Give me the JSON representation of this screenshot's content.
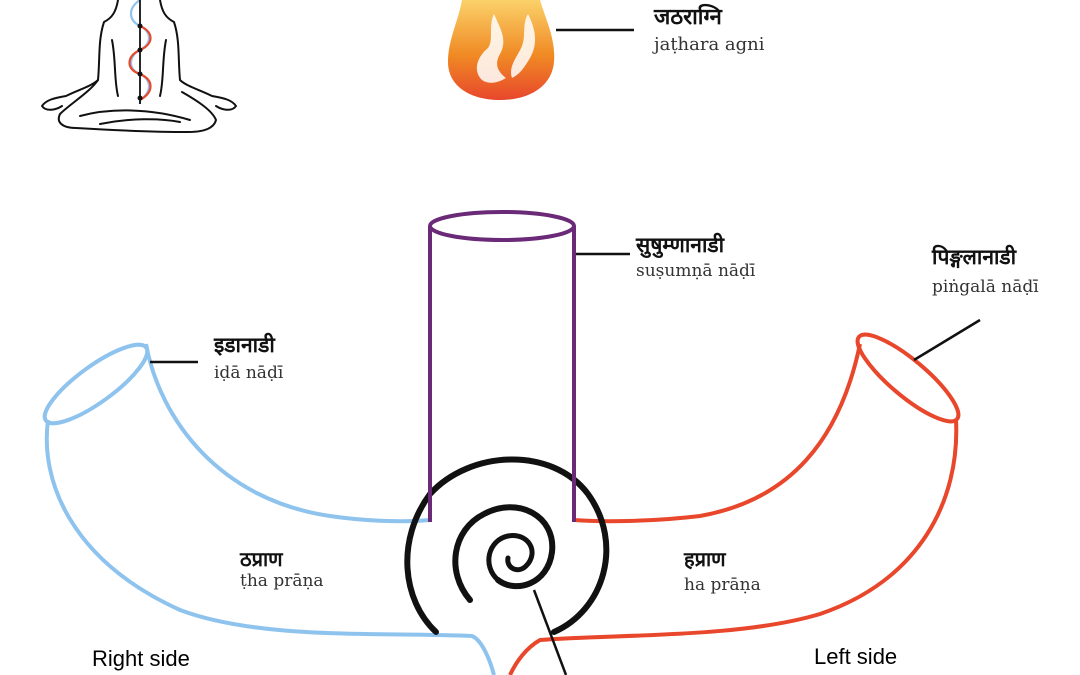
{
  "colors": {
    "ida": "#8ec3ee",
    "pingala": "#e8472c",
    "sushumna": "#6b2a78",
    "spiral": "#111111",
    "flame_outer": "#f08a24",
    "flame_inner": "#fbd16a"
  },
  "labels": {
    "jathara": {
      "devanagari": "जठराग्नि",
      "roman": "jaṭhara agni"
    },
    "sushumna": {
      "devanagari": "सुषुम्णानाडी",
      "roman": "suṣumṇā nāḍī"
    },
    "ida": {
      "devanagari": "इडानाडी",
      "roman": "iḍā nāḍī"
    },
    "pingala": {
      "devanagari": "पिङ्गलानाडी",
      "roman": "piṅgalā nāḍī"
    },
    "tha_prana": {
      "devanagari": "ठप्राण",
      "roman": "ṭha prāṇa"
    },
    "ha_prana": {
      "devanagari": "हप्राण",
      "roman": "ha prāṇa"
    },
    "right_side": "Right side",
    "left_side": "Left side"
  },
  "icons": [
    "meditating-figure-icon",
    "flame-icon",
    "spiral-icon"
  ]
}
